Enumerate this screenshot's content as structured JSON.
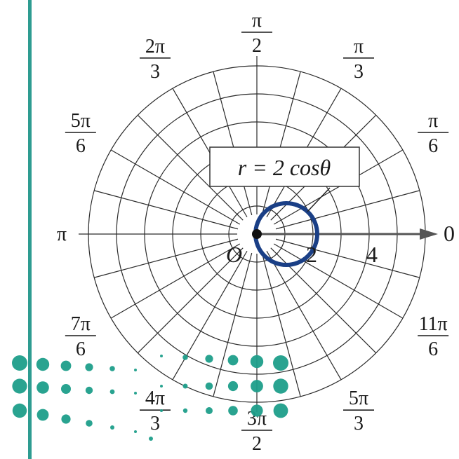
{
  "diagram": {
    "equation_label": "r = 2 cosθ",
    "origin_label": "O",
    "axis_label_zero": "0",
    "radius_labels": [
      "2",
      "4"
    ],
    "angle_labels": [
      {
        "num": "π",
        "den": "2",
        "angle_deg": 90
      },
      {
        "num": "π",
        "den": "3",
        "angle_deg": 60
      },
      {
        "num": "π",
        "den": "6",
        "angle_deg": 30
      },
      {
        "num": "2π",
        "den": "3",
        "angle_deg": 120
      },
      {
        "num": "5π",
        "den": "6",
        "angle_deg": 150
      },
      {
        "num": "π",
        "den": "",
        "angle_deg": 180
      },
      {
        "num": "7π",
        "den": "6",
        "angle_deg": 210
      },
      {
        "num": "4π",
        "den": "3",
        "angle_deg": 240
      },
      {
        "num": "3π",
        "den": "2",
        "angle_deg": 270
      },
      {
        "num": "5π",
        "den": "3",
        "angle_deg": 300
      },
      {
        "num": "11π",
        "den": "6",
        "angle_deg": 330
      }
    ],
    "colors": {
      "grid": "#2b2b2b",
      "curve": "#1a3f86",
      "sidebar": "#2e9c91",
      "dots": "#1e9e8a",
      "axis": "#555555"
    },
    "polar_grid": {
      "max_r": 6,
      "ring_step": 1,
      "spoke_step_deg": 15
    },
    "curve": {
      "equation": "r = 2 cosθ",
      "a": 2
    }
  }
}
